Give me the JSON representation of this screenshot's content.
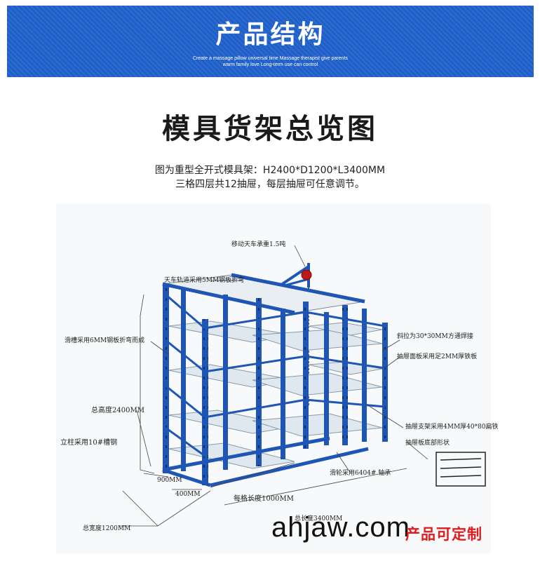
{
  "banner": {
    "title": "产品结构",
    "subtitle_line1": "Create a massage pillow universal time Massage therapist give parents",
    "subtitle_line2": "warm family love Long-term use can control",
    "color": "#1f5fc9"
  },
  "section": {
    "title": "模具货架总览图",
    "desc_line1": "图为重型全开式模具架：H2400*D1200*L3400MM",
    "desc_line2": "三格四层共12抽屉，每层抽屉可任意调节。"
  },
  "diagram": {
    "labels": {
      "crane": "移动天车承重1.5吨",
      "track": "天车轨道采用5MM钢板折弯",
      "slot": "滑槽采用6MM钢板折弯而成",
      "height": "总高度2400MM",
      "column": "立柱采用10#槽钢",
      "w900": "900MM",
      "w400": "400MM",
      "cell_length": "每格长度1000MM",
      "total_length": "总长度3400MM",
      "total_width": "总宽度1200MM",
      "brace": "斜拉为30*30MM方通焊接",
      "drawer_panel": "抽屉面板采用足2MM厚铁板",
      "drawer_support": "抽屉支架采用4MM厚40*80扁铁",
      "drawer_bottom": "抽屉板底部形状",
      "wheel": "滑轮采用6404# 轴承"
    },
    "frame_color": "#1f55b4",
    "shelf_color": "#dfe8ee"
  },
  "watermark": "ahjaw.com",
  "custom_tag": "产品可定制"
}
